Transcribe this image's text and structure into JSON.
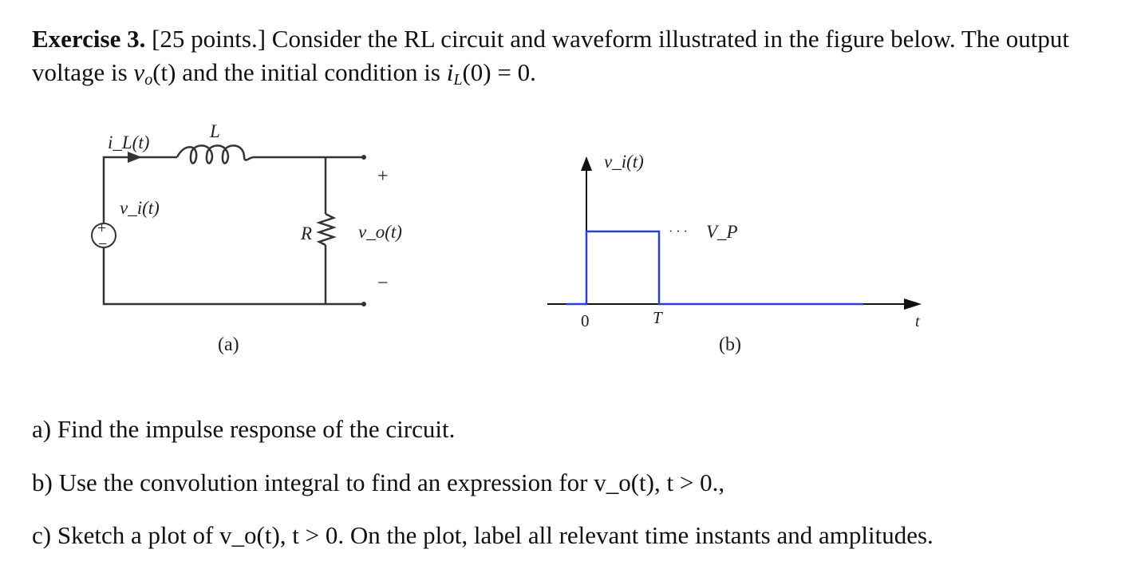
{
  "exercise": {
    "heading": "Exercise 3.",
    "points": "[25 points.]",
    "intro_text_1": "Consider the RL circuit and waveform illustrated in the figure below. The output voltage is",
    "vo_symbol": "v",
    "vo_sub": "o",
    "arg_t": "(t)",
    "intro_text_2": "and the initial condition is",
    "iL_symbol": "i",
    "iL_sub": "L",
    "iL_arg": "(0) = 0."
  },
  "circuit": {
    "label_iL": "i_L(t)",
    "label_L": "L",
    "label_vi": "v_i(t)",
    "label_R": "R",
    "label_vo": "v_o(t)",
    "plus": "+",
    "minus": "−",
    "caption": "(a)"
  },
  "waveform": {
    "label_vi": "v_i(t)",
    "label_vp": "V_P",
    "dots": "· · ·",
    "tick_0": "0",
    "tick_T": "T",
    "axis_t": "t",
    "caption": "(b)",
    "line_color": "#2a3fd6"
  },
  "questions": [
    {
      "letter": "a)",
      "text": "Find the impulse response of the circuit."
    },
    {
      "letter": "b)",
      "text": "Use the convolution integral to find an expression for v_o(t), t > 0.,"
    },
    {
      "letter": "c)",
      "text": "Sketch a plot of v_o(t), t > 0. On the plot, label all relevant time instants and amplitudes."
    }
  ]
}
